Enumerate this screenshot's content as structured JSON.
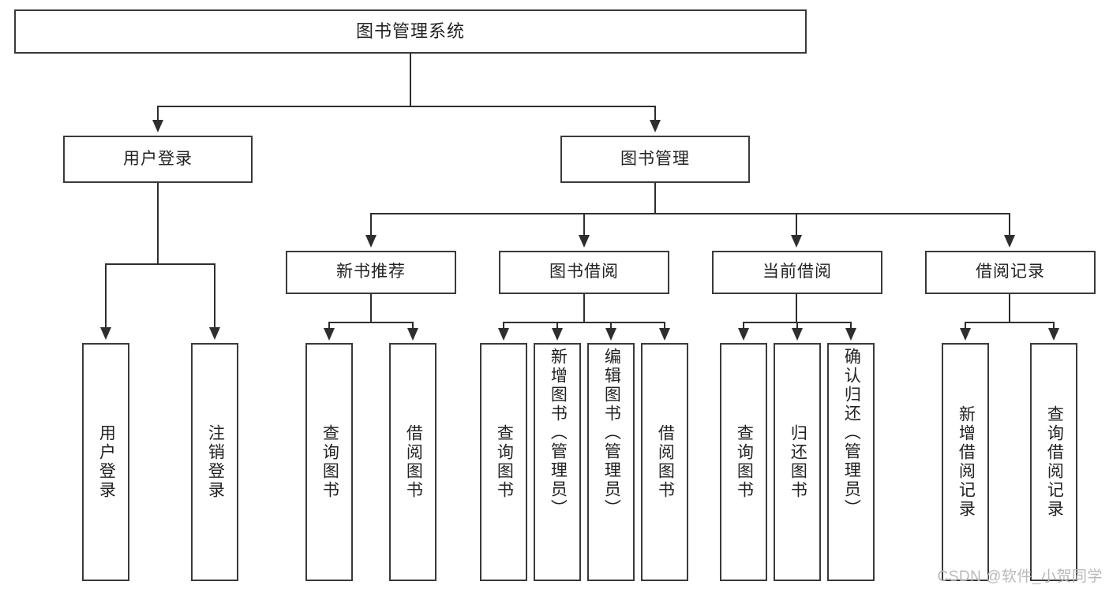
{
  "diagram": {
    "title": "图书管理系统",
    "type": "tree",
    "root": {
      "label": "图书管理系统"
    },
    "level2": [
      {
        "label": "用户登录"
      },
      {
        "label": "图书管理"
      }
    ],
    "level3": [
      {
        "label": "新书推荐"
      },
      {
        "label": "图书借阅"
      },
      {
        "label": "当前借阅"
      },
      {
        "label": "借阅记录"
      }
    ],
    "leaves": {
      "user_login": [
        {
          "label": "用户登录"
        },
        {
          "label": "注销登录"
        }
      ],
      "new_book": [
        {
          "label": "查询图书"
        },
        {
          "label": "借阅图书"
        }
      ],
      "book_borrow": [
        {
          "label": "查询图书"
        },
        {
          "label": "新增图书（管理员）"
        },
        {
          "label": "编辑图书（管理员）"
        },
        {
          "label": "借阅图书"
        }
      ],
      "current_borrow": [
        {
          "label": "查询图书"
        },
        {
          "label": "归还图书"
        },
        {
          "label": "确认归还（管理员）"
        }
      ],
      "borrow_record": [
        {
          "label": "新增借阅记录"
        },
        {
          "label": "查询借阅记录"
        }
      ]
    }
  },
  "watermark": {
    "text": "CSDN @软件_小贺同学"
  },
  "colors": {
    "box_border": "#3a3a3a",
    "connector": "#2e2e2e",
    "text": "#222222",
    "background": "#ffffff",
    "watermark": "#b9b9b9"
  }
}
